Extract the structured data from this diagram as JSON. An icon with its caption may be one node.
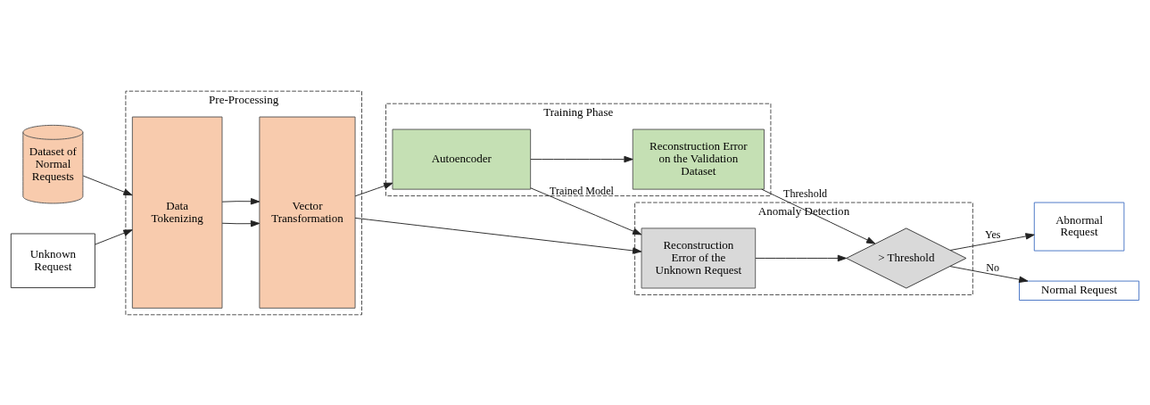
{
  "diagram": {
    "nodes": [
      {
        "text": [
          "Dataset of Normal Requests"
        ]
      },
      {
        "text": [
          "Unknown Request"
        ]
      },
      {
        "text": [
          "Pre-Processing"
        ]
      },
      {
        "text": [
          "Data Tokenizing"
        ],
        "in": 2
      },
      {
        "text": [
          "Vector Transformation"
        ],
        "in": 2
      },
      {
        "text": [
          "Training Phase"
        ]
      },
      {
        "text": [
          "Autoencoder"
        ],
        "in": 5
      },
      {
        "text": [
          "Reconstruction Error on the Validation Dataset"
        ],
        "in": 5
      },
      {
        "text": [
          "Anomaly Detection"
        ]
      },
      {
        "text": [
          "Reconstruction Error of the Unknown Request"
        ],
        "in": 8
      },
      {
        "text": [
          "> Threshold"
        ],
        "in": 8
      },
      {
        "text": [
          "Abnormal Request"
        ]
      },
      {
        "text": [
          "Normal Request"
        ]
      }
    ],
    "edges": [
      {
        "from": 0,
        "to": 3,
        "arrow": "to"
      },
      {
        "from": 1,
        "to": 3,
        "arrow": "to"
      },
      {
        "from": 3,
        "to": 4,
        "arrow": "to"
      },
      {
        "from": 3,
        "to": 4,
        "arrow": "to"
      },
      {
        "from": 4,
        "to": 6,
        "arrow": "to"
      },
      {
        "from": 4,
        "to": 9,
        "arrow": "to"
      },
      {
        "from": 6,
        "to": 7,
        "arrow": "to"
      },
      {
        "from": 6,
        "to": 9,
        "arrow": "to",
        "label": "Trained Model"
      },
      {
        "from": 7,
        "to": 10,
        "arrow": "to",
        "label": "Threshold"
      },
      {
        "from": 9,
        "to": 10,
        "arrow": "to"
      },
      {
        "from": 10,
        "to": 11,
        "arrow": "to",
        "label": "Yes"
      },
      {
        "from": 10,
        "to": 12,
        "arrow": "to",
        "label": "No"
      }
    ]
  }
}
